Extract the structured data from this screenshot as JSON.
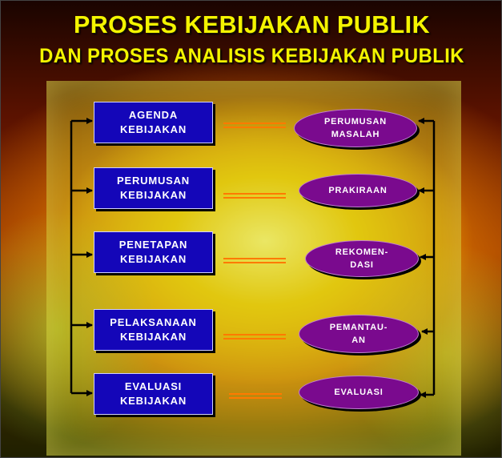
{
  "title": {
    "line1": "PROSES KEBIJAKAN PUBLIK",
    "line2": "DAN PROSES ANALISIS KEBIJAKAN PUBLIK"
  },
  "policy_process": [
    {
      "line1": "AGENDA",
      "line2": "KEBIJAKAN"
    },
    {
      "line1": "PERUMUSAN",
      "line2": "KEBIJAKAN"
    },
    {
      "line1": "PENETAPAN",
      "line2": "KEBIJAKAN"
    },
    {
      "line1": "PELAKSANAAN",
      "line2": "KEBIJAKAN"
    },
    {
      "line1": "EVALUASI",
      "line2": "KEBIJAKAN"
    }
  ],
  "analysis_process": [
    {
      "line1": "PERUMUSAN",
      "line2": "MASALAH"
    },
    {
      "line1": "PRAKIRAAN",
      "line2": ""
    },
    {
      "line1": "REKOMEN-",
      "line2": "DASI"
    },
    {
      "line1": "PEMANTAU-",
      "line2": "AN"
    },
    {
      "line1": "EVALUASI",
      "line2": ""
    }
  ],
  "colors": {
    "title": "#f4f400",
    "policy_box": "#1406b8",
    "analysis_oval": "#7a0a8e",
    "connector": "#ff7a00",
    "arrow": "#000000"
  }
}
